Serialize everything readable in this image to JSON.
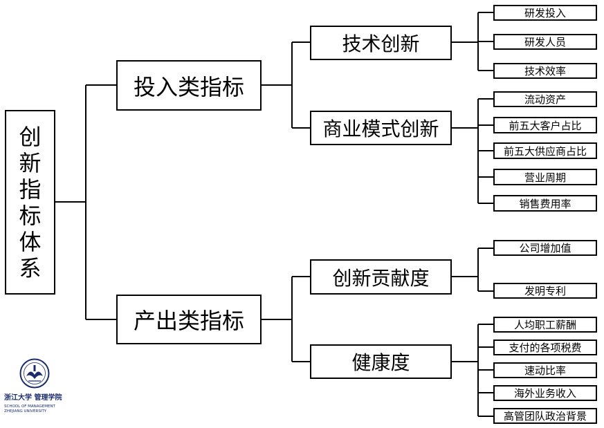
{
  "diagram": {
    "root": "创新指标体系",
    "branches": [
      {
        "label": "投入类指标",
        "children": [
          {
            "label": "技术创新",
            "leaves": [
              "研发投入",
              "研发人员",
              "技术效率"
            ]
          },
          {
            "label": "商业模式创新",
            "leaves": [
              "流动资产",
              "前五大客户占比",
              "前五大供应商占比",
              "营业周期",
              "销售费用率"
            ]
          }
        ]
      },
      {
        "label": "产出类指标",
        "children": [
          {
            "label": "创新贡献度",
            "leaves": [
              "公司增加值",
              "发明专利"
            ]
          },
          {
            "label": "健康度",
            "leaves": [
              "人均职工薪酬",
              "支付的各项税费",
              "速动比率",
              "海外业务收入",
              "高管团队政治背景"
            ]
          }
        ]
      }
    ]
  },
  "logo": {
    "seal_text": "浙江大学",
    "name": "浙江大学 管理学院",
    "english_line1": "SCHOOL OF MANAGEMENT",
    "english_line2": "ZHEJIANG UNIVERSITY",
    "color": "#1a2c6e"
  },
  "colors": {
    "line": "#000000",
    "box_border": "#000000",
    "background": "#ffffff"
  }
}
